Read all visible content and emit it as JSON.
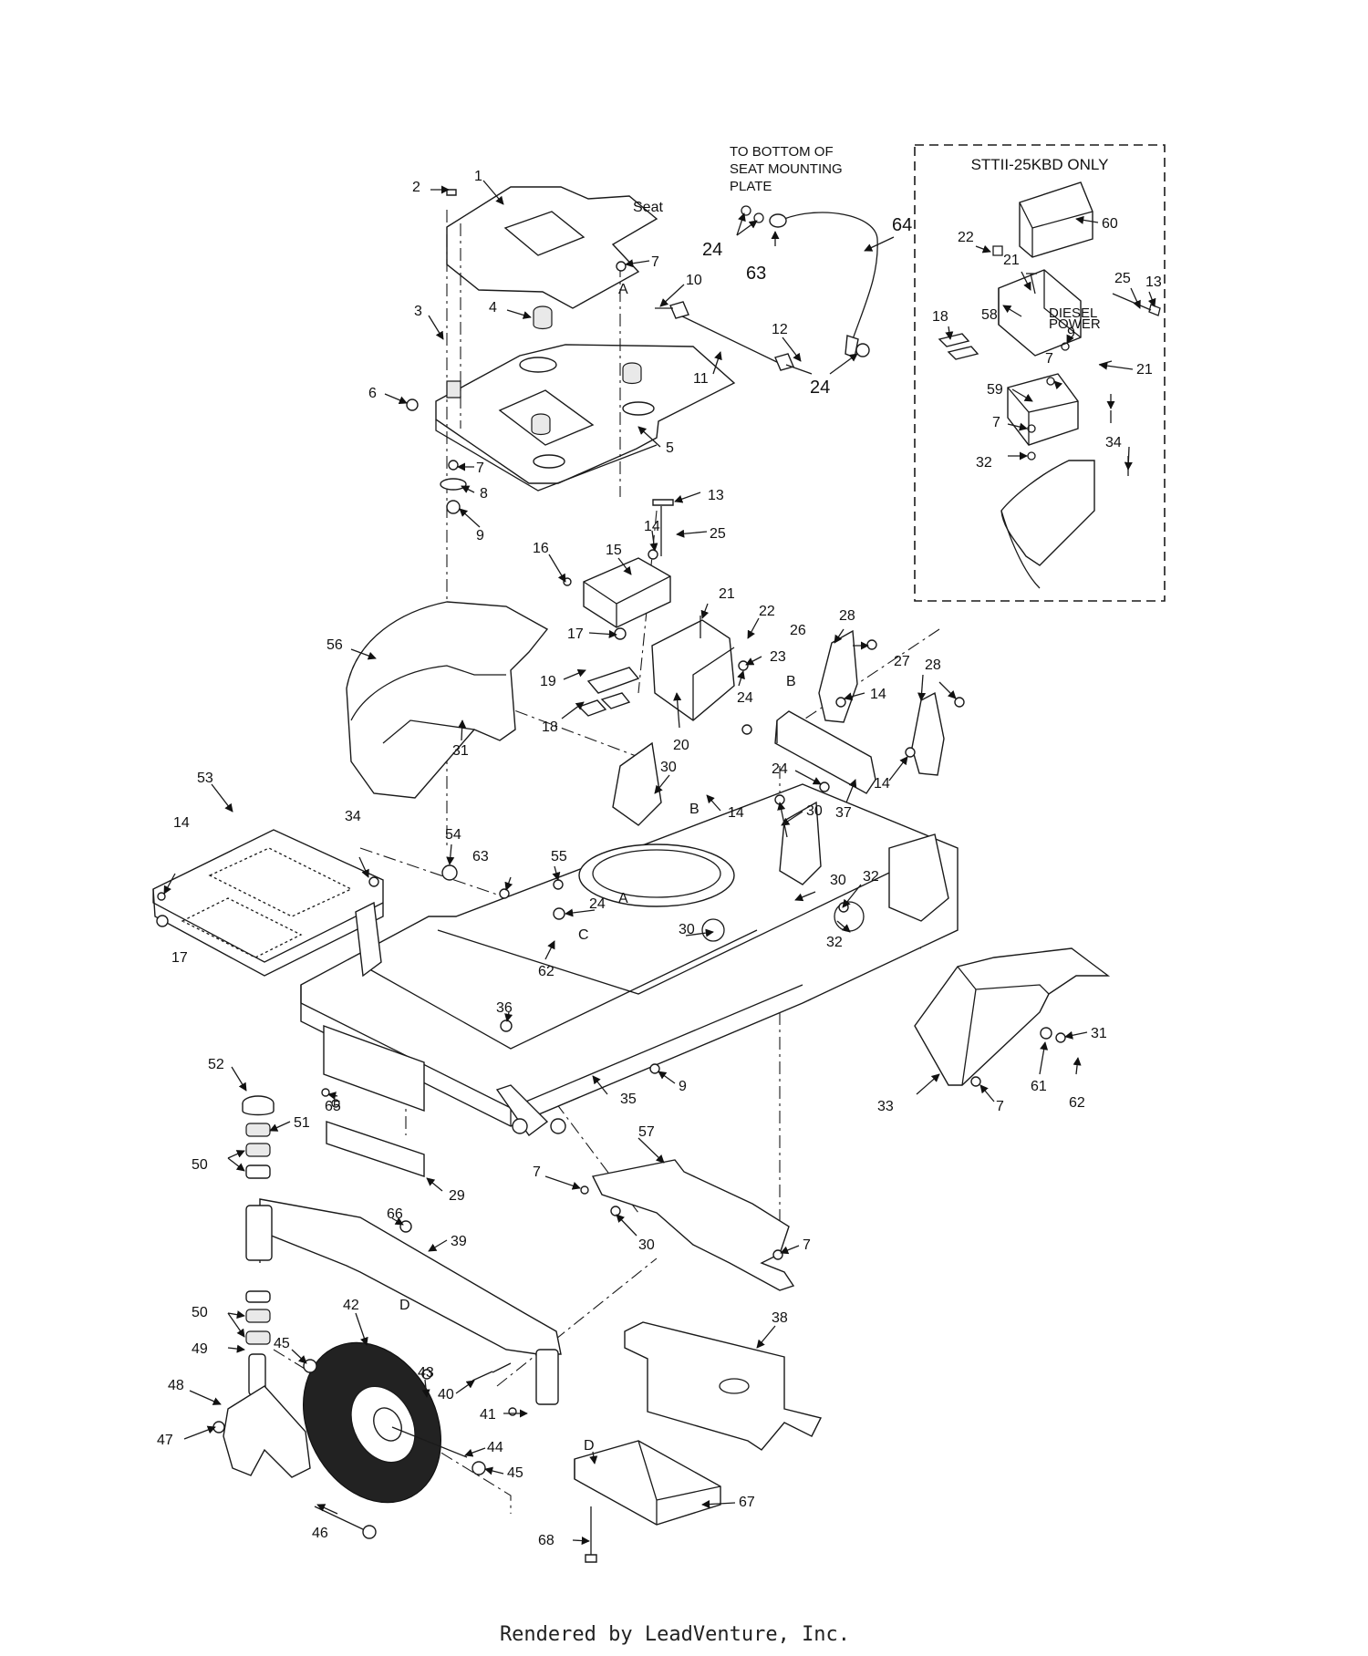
{
  "kit_box": {
    "title": "STTII-25KBD ONLY"
  },
  "note": {
    "lines": [
      "TO BOTTOM OF",
      "SEAT MOUNTING",
      "PLATE"
    ]
  },
  "seat_label": "Seat",
  "footer": "Rendered by LeadVenture, Inc.",
  "decal_text": [
    "DIESEL",
    "POWER"
  ],
  "callouts": [
    {
      "id": "c-1",
      "text": "1"
    },
    {
      "id": "c-2",
      "text": "2"
    },
    {
      "id": "c-seat7",
      "text": "7"
    },
    {
      "id": "c-3",
      "text": "3"
    },
    {
      "id": "c-4",
      "text": "4"
    },
    {
      "id": "c-5",
      "text": "5"
    },
    {
      "id": "c-6",
      "text": "6"
    },
    {
      "id": "c-7a",
      "text": "7"
    },
    {
      "id": "c-8",
      "text": "8"
    },
    {
      "id": "c-9a",
      "text": "9"
    },
    {
      "id": "c-A1",
      "text": "A"
    },
    {
      "id": "c-10",
      "text": "10"
    },
    {
      "id": "c-11",
      "text": "11"
    },
    {
      "id": "c-12",
      "text": "12"
    },
    {
      "id": "c-24a",
      "text": "24"
    },
    {
      "id": "c-63a",
      "text": "63"
    },
    {
      "id": "c-64",
      "text": "64"
    },
    {
      "id": "c-24b",
      "text": "24"
    },
    {
      "id": "c-13a",
      "text": "13"
    },
    {
      "id": "c-25a",
      "text": "25"
    },
    {
      "id": "c-14a",
      "text": "14"
    },
    {
      "id": "c-16",
      "text": "16"
    },
    {
      "id": "c-15",
      "text": "15"
    },
    {
      "id": "c-17a",
      "text": "17"
    },
    {
      "id": "c-21a",
      "text": "21"
    },
    {
      "id": "c-22a",
      "text": "22"
    },
    {
      "id": "c-23",
      "text": "23"
    },
    {
      "id": "c-19",
      "text": "19"
    },
    {
      "id": "c-18a",
      "text": "18"
    },
    {
      "id": "c-20",
      "text": "20"
    },
    {
      "id": "c-24c",
      "text": "24"
    },
    {
      "id": "c-26",
      "text": "26"
    },
    {
      "id": "c-28a",
      "text": "28"
    },
    {
      "id": "c-B1",
      "text": "B"
    },
    {
      "id": "c-14b",
      "text": "14"
    },
    {
      "id": "c-27",
      "text": "27"
    },
    {
      "id": "c-28b",
      "text": "28"
    },
    {
      "id": "c-24d",
      "text": "24"
    },
    {
      "id": "c-14c",
      "text": "14"
    },
    {
      "id": "c-37",
      "text": "37"
    },
    {
      "id": "c-56",
      "text": "56"
    },
    {
      "id": "c-31a",
      "text": "31"
    },
    {
      "id": "c-30a",
      "text": "30"
    },
    {
      "id": "c-B2",
      "text": "B"
    },
    {
      "id": "c-14d",
      "text": "14"
    },
    {
      "id": "c-30b",
      "text": "30"
    },
    {
      "id": "c-53",
      "text": "53"
    },
    {
      "id": "c-14e",
      "text": "14"
    },
    {
      "id": "c-34a",
      "text": "34"
    },
    {
      "id": "c-54",
      "text": "54"
    },
    {
      "id": "c-55",
      "text": "55"
    },
    {
      "id": "c-63b",
      "text": "63"
    },
    {
      "id": "c-17b",
      "text": "17"
    },
    {
      "id": "c-A2",
      "text": "A"
    },
    {
      "id": "c-24e",
      "text": "24"
    },
    {
      "id": "c-C",
      "text": "C"
    },
    {
      "id": "c-62a",
      "text": "62"
    },
    {
      "id": "c-30c",
      "text": "30"
    },
    {
      "id": "c-30d",
      "text": "30"
    },
    {
      "id": "c-32a",
      "text": "32"
    },
    {
      "id": "c-32b",
      "text": "32"
    },
    {
      "id": "c-36",
      "text": "36"
    },
    {
      "id": "c-9b",
      "text": "9"
    },
    {
      "id": "c-35",
      "text": "35"
    },
    {
      "id": "c-31b",
      "text": "31"
    },
    {
      "id": "c-61",
      "text": "61"
    },
    {
      "id": "c-62b",
      "text": "62"
    },
    {
      "id": "c-33",
      "text": "33"
    },
    {
      "id": "c-7b",
      "text": "7"
    },
    {
      "id": "c-52",
      "text": "52"
    },
    {
      "id": "c-51",
      "text": "51"
    },
    {
      "id": "c-65",
      "text": "65"
    },
    {
      "id": "c-50a",
      "text": "50"
    },
    {
      "id": "c-29",
      "text": "29"
    },
    {
      "id": "c-57",
      "text": "57"
    },
    {
      "id": "c-7c",
      "text": "7"
    },
    {
      "id": "c-30e",
      "text": "30"
    },
    {
      "id": "c-7d",
      "text": "7"
    },
    {
      "id": "c-66",
      "text": "66"
    },
    {
      "id": "c-39",
      "text": "39"
    },
    {
      "id": "c-D1",
      "text": "D"
    },
    {
      "id": "c-50b",
      "text": "50"
    },
    {
      "id": "c-49",
      "text": "49"
    },
    {
      "id": "c-42",
      "text": "42"
    },
    {
      "id": "c-45a",
      "text": "45"
    },
    {
      "id": "c-43",
      "text": "43"
    },
    {
      "id": "c-40",
      "text": "40"
    },
    {
      "id": "c-41",
      "text": "41"
    },
    {
      "id": "c-48",
      "text": "48"
    },
    {
      "id": "c-47",
      "text": "47"
    },
    {
      "id": "c-44",
      "text": "44"
    },
    {
      "id": "c-45b",
      "text": "45"
    },
    {
      "id": "c-46",
      "text": "46"
    },
    {
      "id": "c-38",
      "text": "38"
    },
    {
      "id": "c-D2",
      "text": "D"
    },
    {
      "id": "c-67",
      "text": "67"
    },
    {
      "id": "c-68",
      "text": "68"
    },
    {
      "id": "c-60",
      "text": "60"
    },
    {
      "id": "c-22b",
      "text": "22"
    },
    {
      "id": "c-21b",
      "text": "21"
    },
    {
      "id": "c-25b",
      "text": "25"
    },
    {
      "id": "c-13b",
      "text": "13"
    },
    {
      "id": "c-58",
      "text": "58"
    },
    {
      "id": "c-18b",
      "text": "18"
    },
    {
      "id": "c-9c",
      "text": "9"
    },
    {
      "id": "c-7e",
      "text": "7"
    },
    {
      "id": "c-21c",
      "text": "21"
    },
    {
      "id": "c-59",
      "text": "59"
    },
    {
      "id": "c-7f",
      "text": "7"
    },
    {
      "id": "c-34b",
      "text": "34"
    },
    {
      "id": "c-32c",
      "text": "32"
    }
  ]
}
